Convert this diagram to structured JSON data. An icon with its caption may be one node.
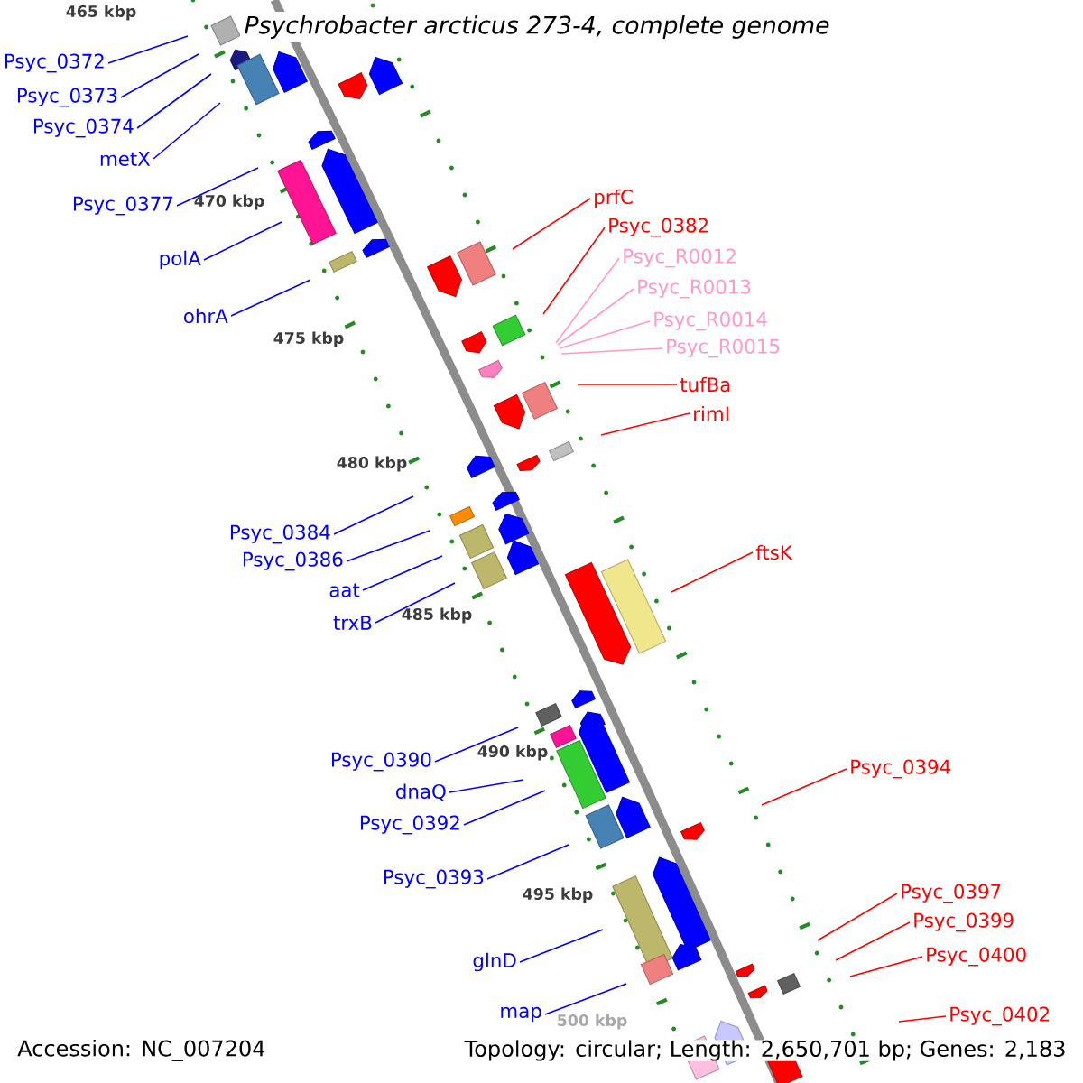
{
  "diagram": {
    "title": "Psychrobacter arcticus 273-4, complete genome",
    "nodes": [
      {
        "text": [
          "Psyc_0372"
        ]
      },
      {
        "text": [
          "Psyc_0373"
        ]
      },
      {
        "text": [
          "Psyc_0374"
        ]
      },
      {
        "text": [
          "metX"
        ]
      },
      {
        "text": [
          "Psyc_0377"
        ]
      },
      {
        "text": [
          "polA"
        ]
      },
      {
        "text": [
          "ohrA"
        ]
      },
      {
        "text": [
          "prfC"
        ]
      },
      {
        "text": [
          "Psyc_0382"
        ]
      },
      {
        "text": [
          "Psyc_R0012"
        ]
      },
      {
        "text": [
          "Psyc_R0013"
        ]
      },
      {
        "text": [
          "Psyc_R0014"
        ]
      },
      {
        "text": [
          "Psyc_R0015"
        ]
      },
      {
        "text": [
          "tufBa"
        ]
      },
      {
        "text": [
          "rimI"
        ]
      },
      {
        "text": [
          "Psyc_0384"
        ]
      },
      {
        "text": [
          "Psyc_0386"
        ]
      },
      {
        "text": [
          "aat"
        ]
      },
      {
        "text": [
          "trxB"
        ]
      },
      {
        "text": [
          "ftsK"
        ]
      },
      {
        "text": [
          "Psyc_0390"
        ]
      },
      {
        "text": [
          "dnaQ"
        ]
      },
      {
        "text": [
          "Psyc_0392"
        ]
      },
      {
        "text": [
          "Psyc_0394"
        ]
      },
      {
        "text": [
          "Psyc_0393"
        ]
      },
      {
        "text": [
          "Psyc_0397"
        ]
      },
      {
        "text": [
          "Psyc_0399"
        ]
      },
      {
        "text": [
          "Psyc_0400"
        ]
      },
      {
        "text": [
          "glnD"
        ]
      },
      {
        "text": [
          "map"
        ]
      },
      {
        "text": [
          "Psyc_0402"
        ]
      }
    ],
    "edges": [
      {
        "from": 0,
        "to": null,
        "arrow": "none"
      },
      {
        "from": 1,
        "to": null,
        "arrow": "none"
      },
      {
        "from": 2,
        "to": null,
        "arrow": "none"
      },
      {
        "from": 3,
        "to": null,
        "arrow": "none"
      },
      {
        "from": 4,
        "to": null,
        "arrow": "none"
      },
      {
        "from": 5,
        "to": null,
        "arrow": "none"
      },
      {
        "from": 6,
        "to": null,
        "arrow": "none"
      },
      {
        "from": 7,
        "to": null,
        "arrow": "none",
        "color": "#ff0000"
      },
      {
        "from": 8,
        "to": null,
        "arrow": "none",
        "color": "#ff0000"
      },
      {
        "from": 9,
        "to": null,
        "arrow": "none",
        "color": "#ff99cc"
      },
      {
        "from": 10,
        "to": null,
        "arrow": "none",
        "color": "#ff99cc"
      },
      {
        "from": 11,
        "to": null,
        "arrow": "none",
        "color": "#ff99cc"
      },
      {
        "from": 12,
        "to": null,
        "arrow": "none",
        "color": "#ff99cc"
      },
      {
        "from": 13,
        "to": null,
        "arrow": "none",
        "color": "#ff0000"
      },
      {
        "from": 14,
        "to": null,
        "arrow": "none",
        "color": "#ff0000"
      },
      {
        "from": 15,
        "to": null,
        "arrow": "none"
      },
      {
        "from": 16,
        "to": null,
        "arrow": "none"
      },
      {
        "from": 17,
        "to": null,
        "arrow": "none"
      },
      {
        "from": 18,
        "to": null,
        "arrow": "none"
      },
      {
        "from": 19,
        "to": null,
        "arrow": "none",
        "color": "#ff0000"
      },
      {
        "from": 20,
        "to": null,
        "arrow": "none"
      },
      {
        "from": 21,
        "to": null,
        "arrow": "none"
      },
      {
        "from": 22,
        "to": null,
        "arrow": "none"
      },
      {
        "from": 23,
        "to": null,
        "arrow": "none",
        "color": "#ff0000"
      },
      {
        "from": 24,
        "to": null,
        "arrow": "none"
      },
      {
        "from": 25,
        "to": null,
        "arrow": "none",
        "color": "#ff0000"
      },
      {
        "from": 26,
        "to": null,
        "arrow": "none",
        "color": "#ff0000"
      },
      {
        "from": 27,
        "to": null,
        "arrow": "none",
        "color": "#ff0000"
      },
      {
        "from": 28,
        "to": null,
        "arrow": "none"
      },
      {
        "from": 29,
        "to": null,
        "arrow": "none"
      },
      {
        "from": 30,
        "to": null,
        "arrow": "none",
        "color": "#ff0000"
      }
    ],
    "labels": [
      "465 kbp",
      "470 kbp",
      "475 kbp",
      "480 kbp",
      "485 kbp",
      "490 kbp",
      "495 kbp",
      "500 kbp",
      "Accession: NC_007204",
      "Topology: circular; Length: 2,650,701 bp; Genes: 2,183"
    ]
  }
}
